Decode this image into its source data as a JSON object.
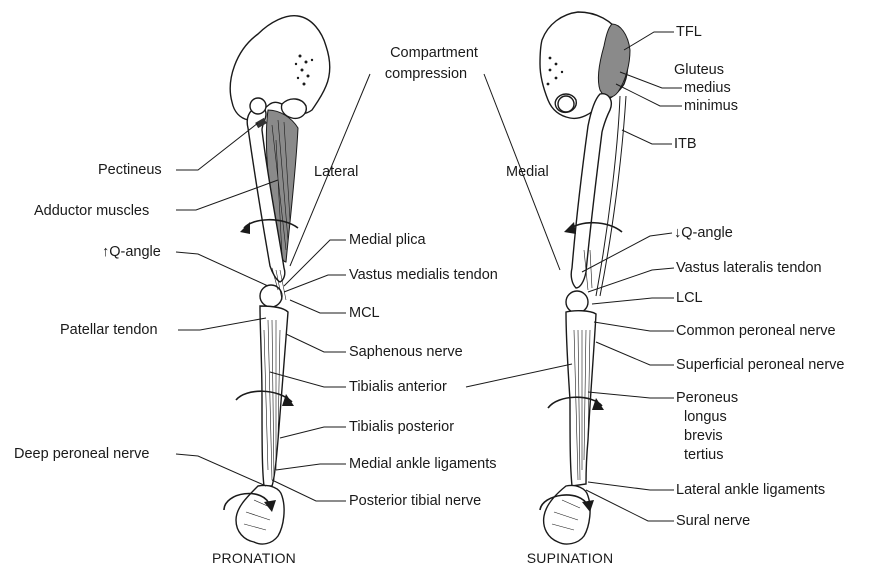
{
  "center": {
    "compartment_line1": "Compartment",
    "compartment_line2": "compression",
    "lateral": "Lateral",
    "medial": "Medial"
  },
  "pronation": {
    "caption": "PRONATION",
    "left_labels": {
      "pectineus": "Pectineus",
      "adductor": "Adductor muscles",
      "q_angle": "↑Q-angle",
      "patellar": "Patellar tendon",
      "deep_peroneal": "Deep peroneal nerve"
    },
    "right_labels": {
      "medial_plica": "Medial plica",
      "vastus_medialis": "Vastus medialis tendon",
      "mcl": "MCL",
      "saphenous": "Saphenous nerve",
      "tibialis_anterior": "Tibialis anterior",
      "tibialis_posterior": "Tibialis posterior",
      "medial_ankle": "Medial ankle ligaments",
      "posterior_tibial": "Posterior tibial nerve"
    }
  },
  "supination": {
    "caption": "SUPINATION",
    "labels": {
      "tfl": "TFL",
      "gluteus": "Gluteus",
      "medius": "medius",
      "minimus": "minimus",
      "itb": "ITB",
      "q_angle": "↓Q-angle",
      "vastus_lateralis": "Vastus lateralis tendon",
      "lcl": "LCL",
      "common_peroneal": "Common peroneal nerve",
      "superficial_peroneal": "Superficial peroneal nerve",
      "peroneus": "Peroneus",
      "longus": "longus",
      "brevis": "brevis",
      "tertius": "tertius",
      "lateral_ankle": "Lateral ankle ligaments",
      "sural": "Sural nerve"
    }
  }
}
